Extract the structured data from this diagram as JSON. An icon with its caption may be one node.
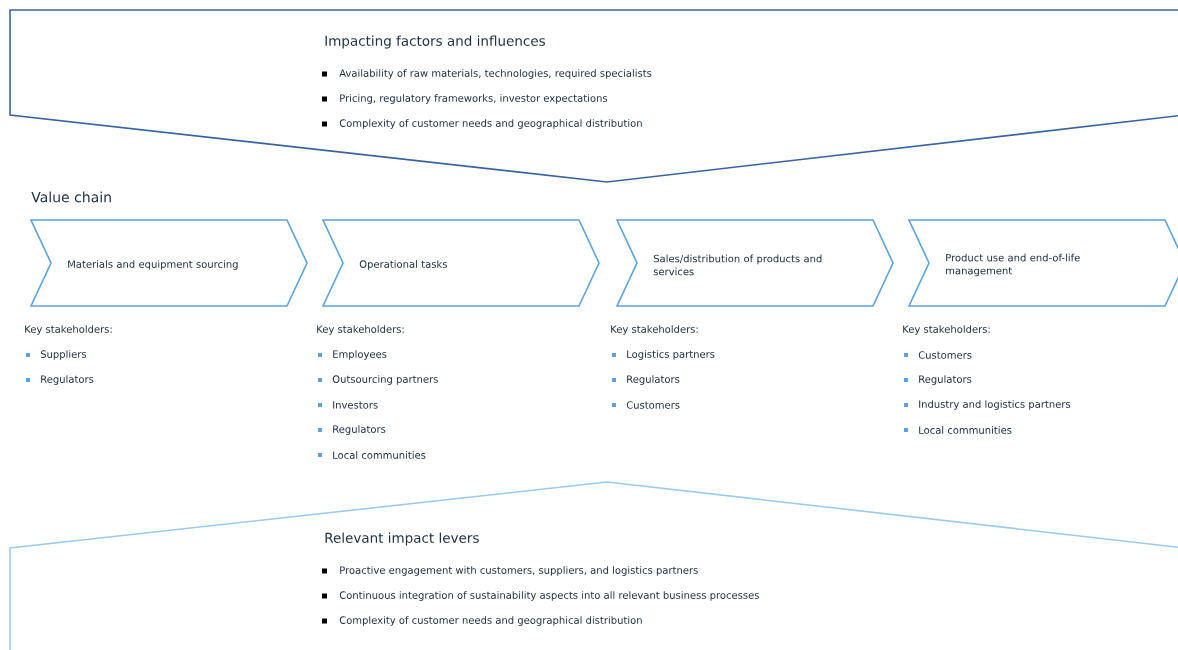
{
  "diagram": {
    "nodes": [
      {
        "text": [
          "Impacting factors and influences",
          "Availability of raw materials, technologies, required specialists",
          "Pricing, regulatory frameworks, investor expectations",
          "Complexity of customer needs and geographical distribution"
        ]
      },
      {
        "text": [
          "Materials and equipment sourcing"
        ],
        "beside": [
          "Key stakeholders:",
          "Suppliers",
          "Regulators"
        ]
      },
      {
        "text": [
          "Operational tasks"
        ],
        "beside": [
          "Key stakeholders:",
          "Employees",
          "Outsourcing partners",
          "Investors",
          "Regulators",
          "Local communities"
        ]
      },
      {
        "text": [
          "Sales/distribution of products and services"
        ],
        "beside": [
          "Key stakeholders:",
          "Logistics partners",
          "Regulators",
          "Customers"
        ]
      },
      {
        "text": [
          "Product use and end-of-life management"
        ],
        "beside": [
          "Key stakeholders:",
          "Customers",
          "Regulators",
          "Industry and logistics partners",
          "Local communities"
        ]
      },
      {
        "text": [
          "Relevant impact levers",
          "Proactive engagement with customers, suppliers, and logistics partners",
          "Continuous integration of sustainability aspects into all relevant business processes",
          "Complexity of customer needs and geographical distribution"
        ]
      }
    ],
    "edges": [],
    "labels": [
      "Value chain"
    ]
  }
}
